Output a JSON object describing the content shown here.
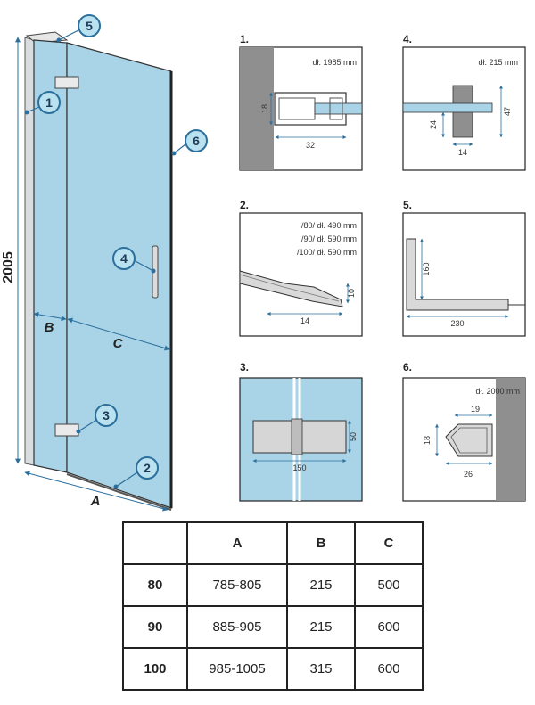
{
  "main_drawing": {
    "height_label": "2005",
    "width_label": "A",
    "dim_b_label": "B",
    "dim_c_label": "C",
    "callouts": [
      "1",
      "2",
      "3",
      "4",
      "5",
      "6"
    ],
    "glass_color": "#a9d3e6",
    "callout_color": "#2b6f9c"
  },
  "details": {
    "d1": {
      "number": "1.",
      "note": "dł. 1985 mm",
      "dim_h": "18",
      "dim_w": "32"
    },
    "d2": {
      "number": "2.",
      "notes": [
        "/80/ dł. 490 mm",
        "/90/ dł. 590 mm",
        "/100/ dł. 590 mm"
      ],
      "dim_h": "10",
      "dim_w": "14"
    },
    "d3": {
      "number": "3.",
      "dim_h": "50",
      "dim_w": "150"
    },
    "d4": {
      "number": "4.",
      "note": "dł. 215 mm",
      "dim_h1": "24",
      "dim_h2": "47",
      "dim_w": "14"
    },
    "d5": {
      "number": "5.",
      "dim_h": "160",
      "dim_w": "230"
    },
    "d6": {
      "number": "6.",
      "note": "dł. 2000 mm",
      "dim_top": "19",
      "dim_h": "18",
      "dim_w": "26"
    }
  },
  "table": {
    "headers": [
      "",
      "A",
      "B",
      "C"
    ],
    "rows": [
      [
        "80",
        "785-805",
        "215",
        "500"
      ],
      [
        "90",
        "885-905",
        "215",
        "600"
      ],
      [
        "100",
        "985-1005",
        "315",
        "600"
      ]
    ]
  }
}
